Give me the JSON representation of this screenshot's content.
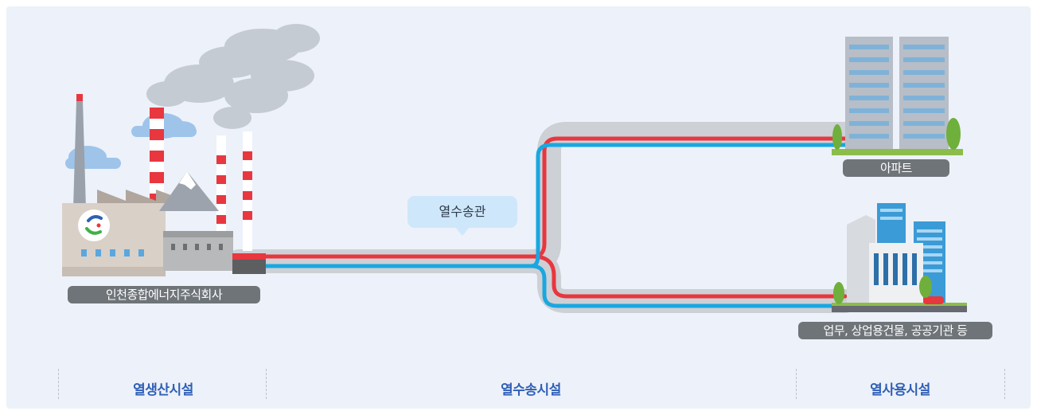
{
  "labels": {
    "plant": "인천종합에너지주식회사",
    "pipe": "열수송관",
    "apartment": "아파트",
    "commercial": "업무, 상업용건물, 공공기관 등"
  },
  "sections": {
    "production": "열생산시설",
    "transport": "열수송시설",
    "usage": "열사용시설"
  },
  "colors": {
    "supply_pipe": "#e8373f",
    "return_pipe": "#1aa7e0",
    "pipe_casing": "#cdd0d5",
    "section_text": "#2f5fb6",
    "label_pill": "#6f7479",
    "background": "#edf1f9"
  }
}
